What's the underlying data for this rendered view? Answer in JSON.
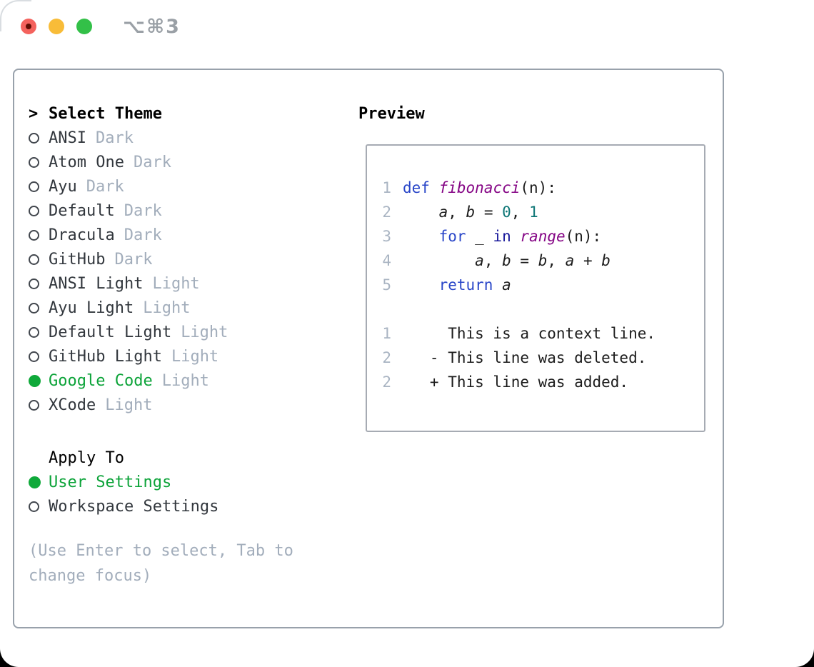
{
  "window": {
    "shortcut_label": "⌥⌘3",
    "traffic_lights": {
      "close_color": "#f4625d",
      "close_dot_color": "#600e04",
      "minimize_color": "#f8bc38",
      "zoom_color": "#33c048"
    }
  },
  "theme_list": {
    "header": {
      "marker": ">",
      "label": "Select Theme"
    },
    "items": [
      {
        "label": "ANSI",
        "tag": "Dark",
        "selected": false
      },
      {
        "label": "Atom One",
        "tag": "Dark",
        "selected": false
      },
      {
        "label": "Ayu",
        "tag": "Dark",
        "selected": false
      },
      {
        "label": "Default",
        "tag": "Dark",
        "selected": false
      },
      {
        "label": "Dracula",
        "tag": "Dark",
        "selected": false
      },
      {
        "label": "GitHub",
        "tag": "Dark",
        "selected": false
      },
      {
        "label": "ANSI Light",
        "tag": "Light",
        "selected": false
      },
      {
        "label": "Ayu Light",
        "tag": "Light",
        "selected": false
      },
      {
        "label": "Default Light",
        "tag": "Light",
        "selected": false
      },
      {
        "label": "GitHub Light",
        "tag": "Light",
        "selected": false
      },
      {
        "label": "Google Code",
        "tag": "Light",
        "selected": true
      },
      {
        "label": "XCode",
        "tag": "Light",
        "selected": false
      }
    ]
  },
  "apply_to": {
    "header": "Apply To",
    "options": [
      {
        "label": "User Settings",
        "selected": true
      },
      {
        "label": "Workspace Settings",
        "selected": false
      }
    ]
  },
  "hint": "(Use Enter to select, Tab to change focus)",
  "preview": {
    "title": "Preview",
    "code_lines": [
      {
        "num": "1",
        "segments": [
          [
            "kw",
            "def"
          ],
          [
            "plain",
            " "
          ],
          [
            "fn",
            "fibonacci"
          ],
          [
            "plain",
            "(n):"
          ]
        ]
      },
      {
        "num": "2",
        "segments": [
          [
            "plain",
            "    "
          ],
          [
            "var",
            "a"
          ],
          [
            "plain",
            ", "
          ],
          [
            "var",
            "b"
          ],
          [
            "plain",
            " = "
          ],
          [
            "lit",
            "0"
          ],
          [
            "plain",
            ", "
          ],
          [
            "lit",
            "1"
          ]
        ]
      },
      {
        "num": "3",
        "segments": [
          [
            "plain",
            "    "
          ],
          [
            "kw",
            "for"
          ],
          [
            "plain",
            " _ "
          ],
          [
            "kw2",
            "in"
          ],
          [
            "plain",
            " "
          ],
          [
            "fn",
            "range"
          ],
          [
            "plain",
            "(n):"
          ]
        ]
      },
      {
        "num": "4",
        "segments": [
          [
            "plain",
            "        "
          ],
          [
            "var",
            "a"
          ],
          [
            "plain",
            ", "
          ],
          [
            "var",
            "b"
          ],
          [
            "plain",
            " = "
          ],
          [
            "var",
            "b"
          ],
          [
            "plain",
            ", "
          ],
          [
            "var",
            "a"
          ],
          [
            "plain",
            " + "
          ],
          [
            "var",
            "b"
          ]
        ]
      },
      {
        "num": "5",
        "segments": [
          [
            "plain",
            "    "
          ],
          [
            "kw",
            "return"
          ],
          [
            "plain",
            " "
          ],
          [
            "var",
            "a"
          ]
        ]
      }
    ],
    "diff_lines": [
      {
        "num": "1",
        "marker": "",
        "text": "This is a context line.",
        "kind": "context"
      },
      {
        "num": "2",
        "marker": "-",
        "text": "This line was deleted.",
        "kind": "deleted"
      },
      {
        "num": "2",
        "marker": "+",
        "text": "This line was added.",
        "kind": "added"
      }
    ]
  },
  "palette": {
    "selection_green": "#0ca339",
    "keyword_blue": "#2946c8",
    "keyword_navy": "#17179a",
    "function_purple": "#850585",
    "number_teal": "#0d7676",
    "plain_code": "#1c1c1c",
    "line_number_gray": "#a9b4c2",
    "context_gray": "#8d9399",
    "deleted_red": "#c23519",
    "added_green": "#17b629",
    "tag_gray": "#a2adbb",
    "panel_border_gray": "#98a1ab"
  }
}
